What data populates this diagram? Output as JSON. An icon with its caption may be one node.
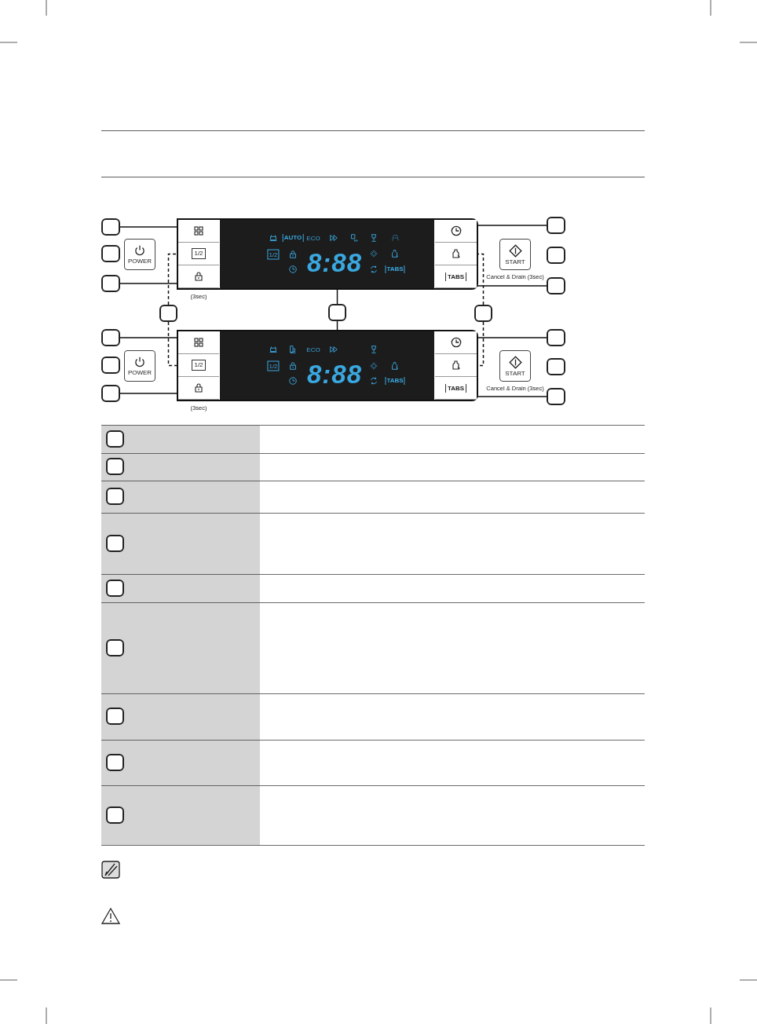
{
  "diagram": {
    "nodes": [
      {
        "text": [],
        "shape": "box"
      },
      {
        "text": [],
        "shape": "box"
      },
      {
        "text": [],
        "shape": "box"
      },
      {
        "text": [
          "POWER"
        ]
      },
      {
        "text": [],
        "shape": "box"
      },
      {
        "text": [],
        "shape": "box",
        "in": 4
      },
      {
        "text": [
          "1/2"
        ],
        "in": 4
      },
      {
        "text": [],
        "shape": "box",
        "in": 4,
        "beside": [
          "(3sec)"
        ]
      },
      {
        "text": [
          "AUTO",
          "ECO",
          "1/2",
          "8:88",
          "TABS"
        ],
        "in": 4
      },
      {
        "text": [],
        "shape": "box",
        "in": 4
      },
      {
        "text": [],
        "shape": "box",
        "in": 4
      },
      {
        "text": [
          "TABS"
        ],
        "in": 4
      },
      {
        "text": [
          "START"
        ],
        "beside": [
          "Cancel & Drain (3sec)"
        ]
      },
      {
        "text": [],
        "shape": "box"
      },
      {
        "text": [],
        "shape": "box"
      },
      {
        "text": [],
        "shape": "box"
      },
      {
        "text": [],
        "shape": "box"
      },
      {
        "text": [],
        "shape": "box"
      },
      {
        "text": [],
        "shape": "box"
      },
      {
        "text": [],
        "shape": "box"
      },
      {
        "text": [],
        "shape": "box"
      },
      {
        "text": [],
        "shape": "box"
      },
      {
        "text": [
          "POWER"
        ]
      },
      {
        "text": [],
        "shape": "box"
      },
      {
        "text": [],
        "shape": "box",
        "in": 23
      },
      {
        "text": [
          "1/2"
        ],
        "in": 23
      },
      {
        "text": [],
        "shape": "box",
        "in": 23,
        "beside": [
          "(3sec)"
        ]
      },
      {
        "text": [
          "ECO",
          "1/2",
          "8:88",
          "TABS"
        ],
        "in": 23
      },
      {
        "text": [],
        "shape": "box",
        "in": 23
      },
      {
        "text": [],
        "shape": "box",
        "in": 23
      },
      {
        "text": [
          "TABS"
        ],
        "in": 23
      },
      {
        "text": [
          "START"
        ],
        "beside": [
          "Cancel & Drain (3sec)"
        ]
      },
      {
        "text": [],
        "shape": "box"
      },
      {
        "text": [],
        "shape": "box"
      },
      {
        "text": [],
        "shape": "box"
      },
      {
        "text": [],
        "shape": "box"
      },
      {
        "text": [],
        "shape": "box"
      },
      {
        "text": [],
        "shape": "box"
      },
      {
        "text": [],
        "shape": "box"
      },
      {
        "text": [],
        "shape": "box"
      },
      {
        "text": [],
        "shape": "box"
      },
      {
        "text": [],
        "shape": "box"
      },
      {
        "text": [],
        "shape": "box"
      },
      {
        "text": [],
        "shape": "box"
      }
    ],
    "edges": [
      {
        "from": 0,
        "to": 5,
        "arrow": "none"
      },
      {
        "from": 2,
        "to": 7,
        "arrow": "none"
      },
      {
        "from": 13,
        "to": 9,
        "arrow": "none"
      },
      {
        "from": 15,
        "to": 11,
        "arrow": "none"
      },
      {
        "from": 16,
        "to": 6,
        "arrow": "none",
        "style": "dashed"
      },
      {
        "from": 16,
        "to": 25,
        "arrow": "none",
        "style": "dashed"
      },
      {
        "from": 17,
        "to": 8,
        "arrow": "none"
      },
      {
        "from": 17,
        "to": 27,
        "arrow": "none"
      },
      {
        "from": 18,
        "to": 10,
        "arrow": "none",
        "style": "dashed"
      },
      {
        "from": 18,
        "to": 29,
        "arrow": "none",
        "style": "dashed"
      },
      {
        "from": 19,
        "to": 24,
        "arrow": "none"
      },
      {
        "from": 21,
        "to": 26,
        "arrow": "none"
      },
      {
        "from": 32,
        "to": 28,
        "arrow": "none"
      },
      {
        "from": 34,
        "to": 30,
        "arrow": "none"
      }
    ]
  }
}
